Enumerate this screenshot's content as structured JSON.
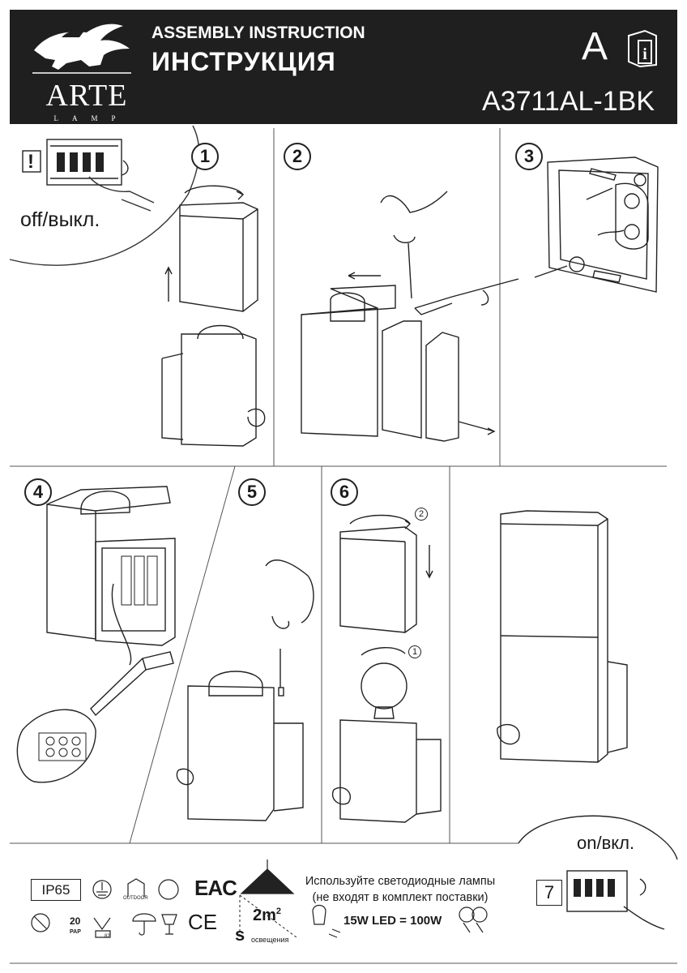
{
  "header": {
    "brand": "ARTE",
    "brand_sub": "LAMP",
    "title_en": "ASSEMBLY INSTRUCTION",
    "title_ru": "ИНСТРУКЦИЯ",
    "letter": "A",
    "model": "A3711AL-1BK"
  },
  "steps": [
    "1",
    "2",
    "3",
    "4",
    "5",
    "6",
    "7"
  ],
  "labels": {
    "off": "off/выкл.",
    "on": "on/вкл.",
    "warning": "!",
    "rotate_1": "1",
    "rotate_2": "2"
  },
  "footer": {
    "ip": "IP65",
    "outdoor": "OUTDOOR",
    "eac": "EAC",
    "ce": "CE",
    "recycle_num": "20",
    "recycle_code": "PAP",
    "class_code": "82",
    "area": "2m",
    "area_sup": "2",
    "s_letter": "s",
    "lighting": "освещения",
    "note_line1": "Используйте светодиодные лампы",
    "note_line2": "(не входят в комплект поставки)",
    "led_equiv": "15W LED = 100W"
  }
}
